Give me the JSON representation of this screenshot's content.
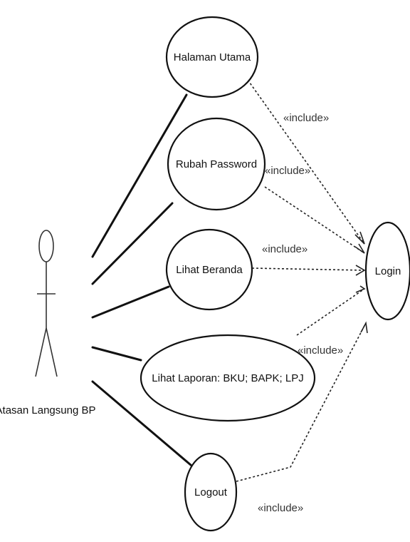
{
  "actor": {
    "name": "Atasan Langsung BP"
  },
  "use_cases": {
    "halaman_utama": "Halaman Utama",
    "rubah_password": "Rubah Password",
    "lihat_beranda": "Lihat Beranda",
    "lihat_laporan": "Lihat Laporan: BKU; BAPK; LPJ",
    "logout": "Logout",
    "login": "Login"
  },
  "relations": {
    "include_1": "«include»",
    "include_2": "«include»",
    "include_3": "«include»",
    "include_4": "«include»",
    "include_5": "«include»"
  },
  "colors": {
    "line": "#111111",
    "background": "#ffffff"
  }
}
